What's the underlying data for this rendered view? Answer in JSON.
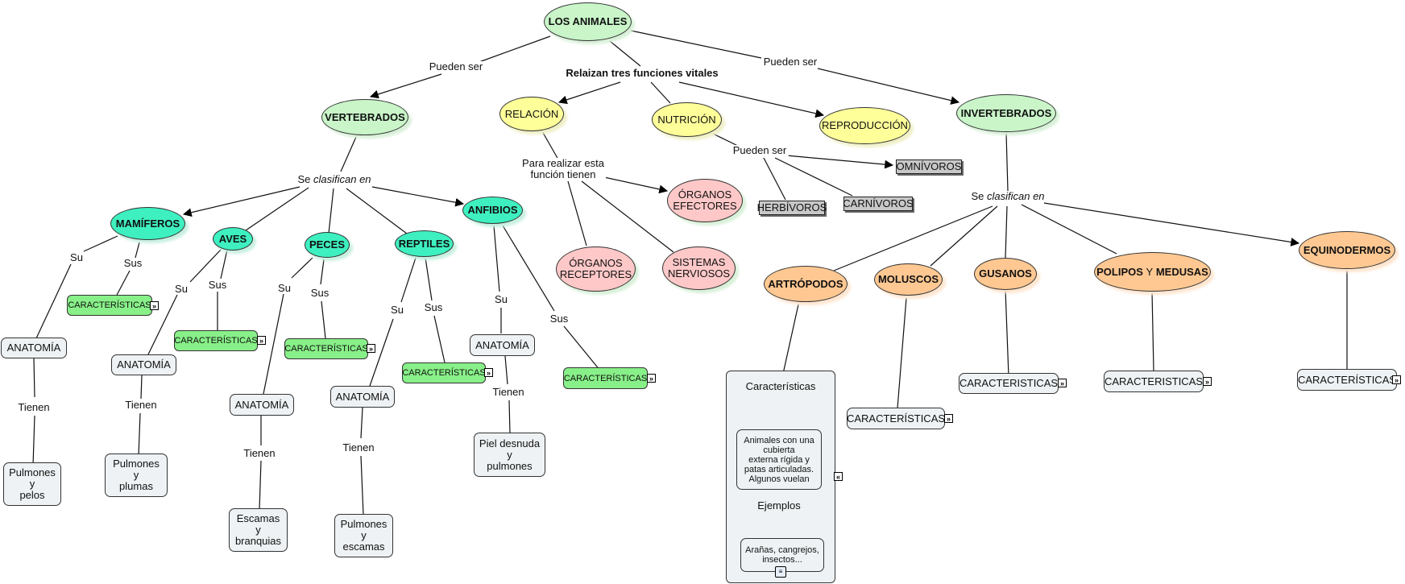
{
  "nodes": {
    "animales": "LOS ANIMALES",
    "vertebrados": "VERTEBRADOS",
    "invertebrados": "INVERTEBRADOS",
    "relacion": "RELACIÓN",
    "nutricion": "NUTRICIÓN",
    "reproduccion": "REPRODUCCIÓN",
    "organos_efectores": "ÓRGANOS EFECTORES",
    "organos_receptores": "ÓRGANOS RECEPTORES",
    "sistemas_nerviosos": "SISTEMAS NERVIOSOS",
    "omnivoros": "OMNÍVOROS",
    "herbivoros": "HERBÍVOROS",
    "carnivoros": "CARNÍVOROS",
    "mamiferos": "MAMÍFEROS",
    "aves": "AVES",
    "peces": "PECES",
    "reptiles": "REPTILES",
    "anfibios": "ANFIBIOS",
    "artropodos": "ARTRÓPODOS",
    "moluscos": "MOLUSCOS",
    "gusanos": "GUSANOS",
    "polipos_a": "POLIPOS",
    "polipos_y": "Y",
    "polipos_b": "MEDUSAS",
    "equinodermos": "EQUINODERMOS",
    "anatomia": "ANATOMÍA",
    "caracteristicas_acc": "CARACTERÍSTICAS",
    "caracteristicas_plain": "CARACTERISTICAS",
    "pulmones_pelos": [
      "Pulmones",
      "y",
      "pelos"
    ],
    "pulmones_plumas": [
      "Pulmones",
      "y",
      "plumas"
    ],
    "escamas_branquias": [
      "Escamas",
      "y",
      "branquias"
    ],
    "pulmones_escamas": [
      "Pulmones",
      "y",
      "escamas"
    ],
    "piel_pulmones": [
      "Piel desnuda",
      "y",
      "pulmones"
    ],
    "panel_title": "Características",
    "panel_desc": [
      "Animales con una",
      "cubierta",
      "externa rígida y",
      "patas articuladas.",
      "Algunos vuelan"
    ],
    "panel_examples_label": "Ejemplos",
    "panel_examples": [
      "Arañas, cangrejos,",
      "insectos..."
    ]
  },
  "links": {
    "pueden_ser": "Pueden ser",
    "funciones": "Relaizan tres funciones vitales",
    "para_realizar": [
      "Para realizar esta",
      "función tienen"
    ],
    "se": "Se",
    "clasifican": "clasifican en",
    "su": "Su",
    "sus": "Sus",
    "tienen": "Tienen"
  },
  "colors": {
    "light_green": "#c9f5c9",
    "teal": "#3ef0c0",
    "yellow": "#ffff9a",
    "pink": "#ffc8c8",
    "orange": "#ffc892",
    "green_box": "#88f088",
    "grey_box": "#c8c8c8"
  }
}
